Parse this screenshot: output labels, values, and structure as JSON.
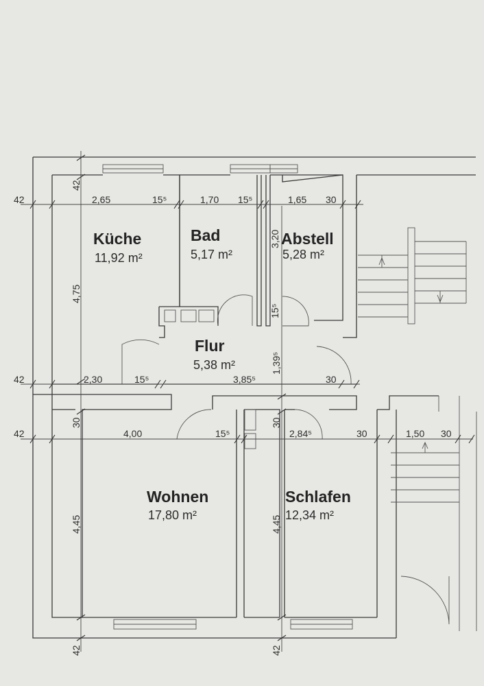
{
  "rooms": {
    "kueche": {
      "name": "Küche",
      "area": "11,92 m²"
    },
    "bad": {
      "name": "Bad",
      "area": "5,17 m²"
    },
    "abstell": {
      "name": "Abstell",
      "area": "5,28 m²"
    },
    "flur": {
      "name": "Flur",
      "area": "5,38 m²"
    },
    "wohnen": {
      "name": "Wohnen",
      "area": "17,80 m²"
    },
    "schlafen": {
      "name": "Schlafen",
      "area": "12,34 m²"
    }
  },
  "dimensions": {
    "top_row": {
      "left_wall": "42",
      "kueche_width": "2,65",
      "wall_kb": "15⁵",
      "bad_width": "1,70",
      "wall_ba": "15⁵",
      "abstell_width": "1,65",
      "wall_right": "30"
    },
    "mid_row": {
      "left_wall": "42",
      "flur_left": "2,30",
      "wall_a": "15⁵",
      "flur_width": "3,85⁵",
      "wall_right": "30"
    },
    "lower_row": {
      "left_wall": "42",
      "wohnen_width": "4,00",
      "wall_ws": "15⁵",
      "schlafen_width": "2,84⁵",
      "wall_s": "30",
      "stair_width": "1,50",
      "wall_stair": "30"
    },
    "vertical": {
      "top_wall": "42",
      "kueche_height": "4,75",
      "abstell_height": "3,20",
      "abstell_wall": "15⁵",
      "flur_height": "1,39⁵",
      "wohnen_wall": "30",
      "schlafen_wall": "30",
      "wohnen_height": "4,45",
      "schlafen_height": "4,45",
      "bottom_wall_left": "42",
      "bottom_wall_mid": "42"
    }
  }
}
